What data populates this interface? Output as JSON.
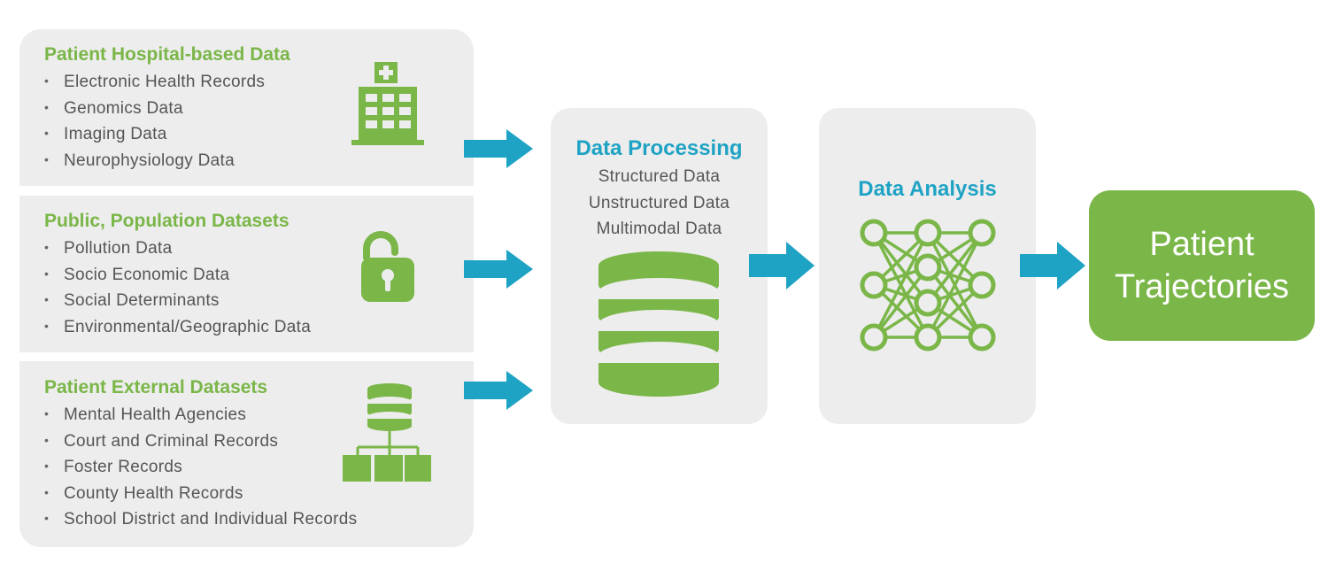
{
  "sources": [
    {
      "title": "Patient Hospital-based Data",
      "icon": "hospital-icon",
      "items": [
        "Electronic Health Records",
        "Genomics Data",
        "Imaging Data",
        "Neurophysiology Data"
      ]
    },
    {
      "title": "Public, Population Datasets",
      "icon": "unlocked-padlock-icon",
      "items": [
        "Pollution Data",
        "Socio Economic Data",
        "Social Determinants",
        "Environmental/Geographic Data"
      ]
    },
    {
      "title": "Patient External Datasets",
      "icon": "database-network-icon",
      "items": [
        "Mental Health Agencies",
        "Court and Criminal Records",
        "Foster Records",
        "County Health Records",
        "School District and Individual Records"
      ]
    }
  ],
  "processing": {
    "title": "Data Processing",
    "icon": "database-icon",
    "items": [
      "Structured Data",
      "Unstructured Data",
      "Multimodal Data"
    ]
  },
  "analysis": {
    "title": "Data Analysis",
    "icon": "neural-network-icon"
  },
  "result": {
    "label": "Patient Trajectories"
  },
  "colors": {
    "green": "#7ab648",
    "blue": "#1fa3c4",
    "card": "#ededed",
    "text": "#555555"
  }
}
